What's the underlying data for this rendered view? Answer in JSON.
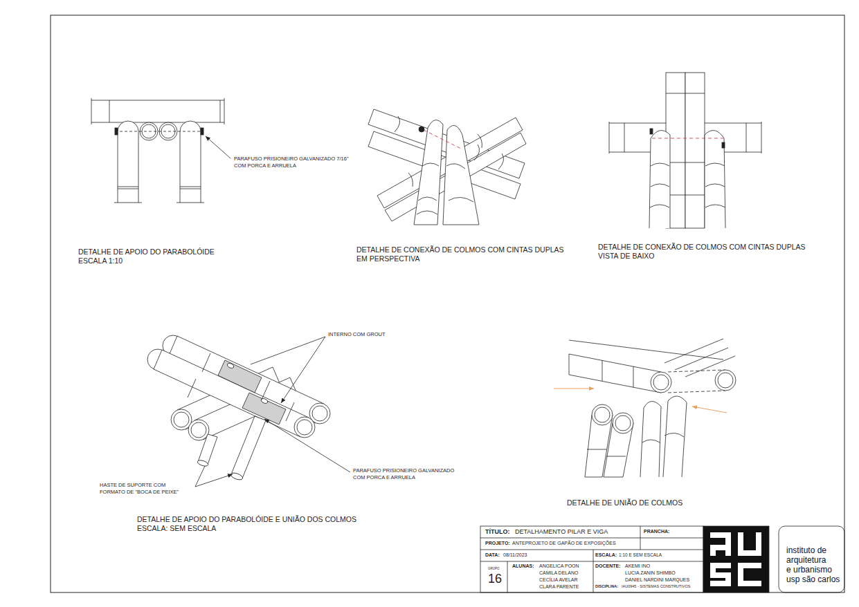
{
  "diagram": {
    "labels": [
      "PARAFUSO PRISIONEIRO GALVANIZADO 7/16\"",
      "COM PORCA E ARRUELA",
      "DETALHE DE APOIO DO PARABOLÓIDE",
      "ESCALA 1:10",
      "DETALHE DE CONEXÃO DE COLMOS COM CINTAS DUPLAS",
      "EM PERSPECTIVA",
      "DETALHE DE CONEXÃO DE COLMOS COM CINTAS DUPLAS",
      "VISTA DE BAIXO",
      "INTERNO COM GROUT",
      "HASTE DE SUPORTE COM",
      "FORMATO DE \"BOCA DE PEIXE\"",
      "PARAFUSO PRISIONEIRO GALVANIZADO",
      "COM PORCA E ARRUELA",
      "DETALHE DE APOIO DO PARABOLÓIDE E UNIÃO DOS COLMOS",
      "ESCALA: SEM ESCALA",
      "DETALHE DE UNIÃO DE COLMOS",
      "TÍTULO:",
      "DETALHAMENTO PILAR E VIGA",
      "PRANCHA:",
      "PROJETO:",
      "ANTEPROJETO DE GAPÃO DE EXPOSIÇÕES",
      "DATA:",
      "08/11/2023",
      "ESCALA:",
      "1:10 E SEM ESCALA",
      "GRUPO",
      "16",
      "ALUNAS:",
      "ANGELICA POON",
      "CAMILA DELANO",
      "CECÍLIA AVELAR",
      "CLARA PARENTE",
      "DOCENTE:",
      "AKEMI INO",
      "LUCIA ZANIN SHIMBO",
      "DANIEL NARDINI MARQUES",
      "DISCIPLINA:",
      "IAU0945 - SISTEMAS CONSTRUTIVOS",
      "instituto de",
      "arquitetura",
      "e urbanismo",
      "usp são carlos"
    ]
  }
}
